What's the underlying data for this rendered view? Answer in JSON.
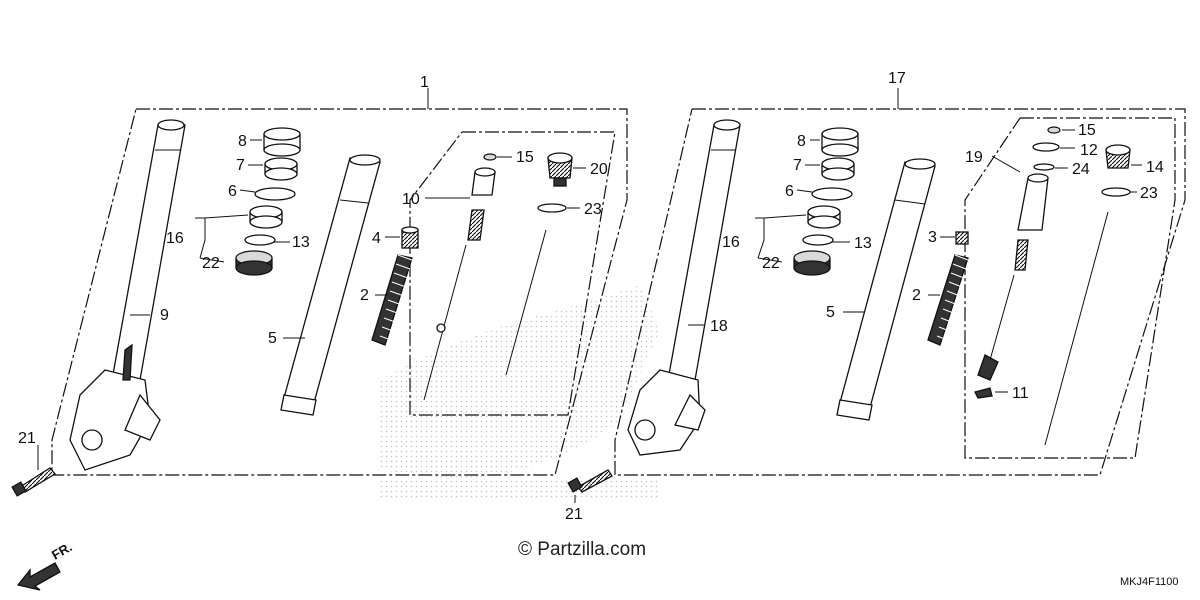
{
  "diagram": {
    "callouts_left": {
      "assembly": "1",
      "cap": "8",
      "collar": "7",
      "oring": "6",
      "seal_set": "16",
      "backup_ring": "13",
      "dust_seal": "22",
      "outer_tube": "9",
      "inner_tube": "5",
      "spacer": "4",
      "spring": "2",
      "cartridge": "10",
      "small_cap": "15",
      "bolt_top": "20",
      "seal_ring": "23",
      "axle_bolt": "21"
    },
    "callouts_right": {
      "assembly": "17",
      "cap": "8",
      "collar": "7",
      "oring": "6",
      "seal_set": "16",
      "backup_ring": "13",
      "dust_seal": "22",
      "outer_tube": "18",
      "inner_tube": "5",
      "spacer": "3",
      "spring": "2",
      "cartridge": "19",
      "small_cap": "15",
      "washer": "12",
      "oring_small": "24",
      "bolt_top": "14",
      "seal_ring": "23",
      "rebound_tip": "11",
      "axle_bolt": "21"
    },
    "watermark": "© Partzilla.com",
    "direction": "FR.",
    "code": "MKJ4F1100"
  }
}
